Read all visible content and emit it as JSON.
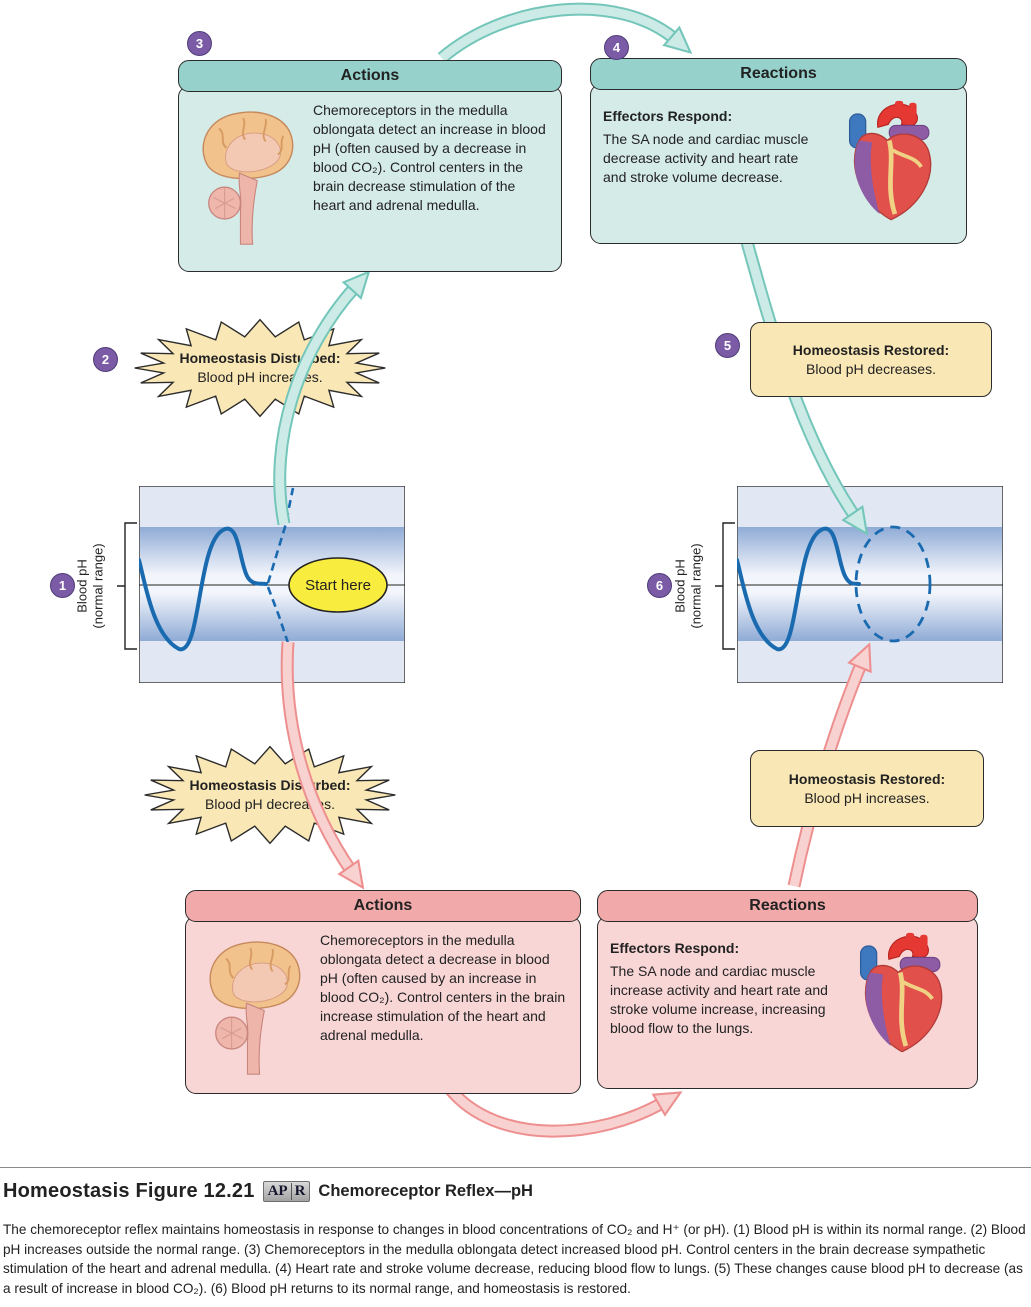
{
  "badges": {
    "b1": "1",
    "b2": "2",
    "b3": "3",
    "b4": "4",
    "b5": "5",
    "b6": "6"
  },
  "boxes": {
    "actions_top": {
      "header": "Actions",
      "body": "Chemoreceptors in the medulla oblongata detect an increase in blood pH (often caused by a decrease in blood CO₂). Control centers in the brain decrease stimulation of the heart and adrenal medulla."
    },
    "reactions_top": {
      "header": "Reactions",
      "subtitle": "Effectors Respond:",
      "body": "The SA node and cardiac muscle decrease activity and heart rate and stroke volume decrease."
    },
    "actions_bottom": {
      "header": "Actions",
      "body": "Chemoreceptors in the medulla oblongata detect a decrease in blood pH (often caused by an increase in blood CO₂). Control centers in the brain increase stimulation of the heart and adrenal medulla."
    },
    "reactions_bottom": {
      "header": "Reactions",
      "subtitle": "Effectors Respond:",
      "body": "The SA node and cardiac muscle increase activity and heart rate and stroke volume increase, increasing blood flow to the lungs."
    }
  },
  "callouts": {
    "disturbed_top": {
      "title": "Homeostasis Disturbed:",
      "body": "Blood pH increases."
    },
    "restored_top": {
      "title": "Homeostasis Restored:",
      "body": "Blood pH decreases."
    },
    "disturbed_bottom": {
      "title": "Homeostasis Disturbed:",
      "body": "Blood pH decreases."
    },
    "restored_bottom": {
      "title": "Homeostasis Restored:",
      "body": "Blood pH increases."
    }
  },
  "graphs": {
    "axis_label_line1": "Blood pH",
    "axis_label_line2": "(normal range)",
    "start_here": "Start here"
  },
  "caption": {
    "figure_label": "Homeostasis Figure 12.21",
    "apr_left": "AP",
    "apr_right": "R",
    "figure_title": "Chemoreceptor Reflex—pH",
    "body": "The chemoreceptor reflex maintains homeostasis in response to changes in blood concentrations of CO₂ and H⁺ (or pH). (1) Blood pH is within its normal range. (2) Blood pH increases outside the normal range. (3) Chemoreceptors in the medulla oblongata detect increased blood pH. Control centers in the brain decrease sympathetic stimulation of the heart and adrenal medulla. (4) Heart rate and stroke volume decrease, reducing blood flow to lungs. (5) These changes cause blood pH to decrease (as a result of increase in blood CO₂). (6) Blood pH returns to its normal range, and homeostasis is restored."
  },
  "colors": {
    "teal_header": "#96d1cc",
    "teal_body": "#d5ebe8",
    "pink_header": "#f2a9a9",
    "pink_body": "#f9d6d6",
    "callout_yellow": "#f9e7b5",
    "start_here_yellow": "#f8ec3f",
    "badge_purple": "#7b5aa6",
    "wave_blue": "#1a6ab0",
    "arrow_teal": "#cdebe6",
    "arrow_teal_outline": "#74c6ba",
    "arrow_pink": "#f8d2d1",
    "arrow_pink_outline": "#ee8f8f",
    "band_blue": "#8fabd6"
  }
}
